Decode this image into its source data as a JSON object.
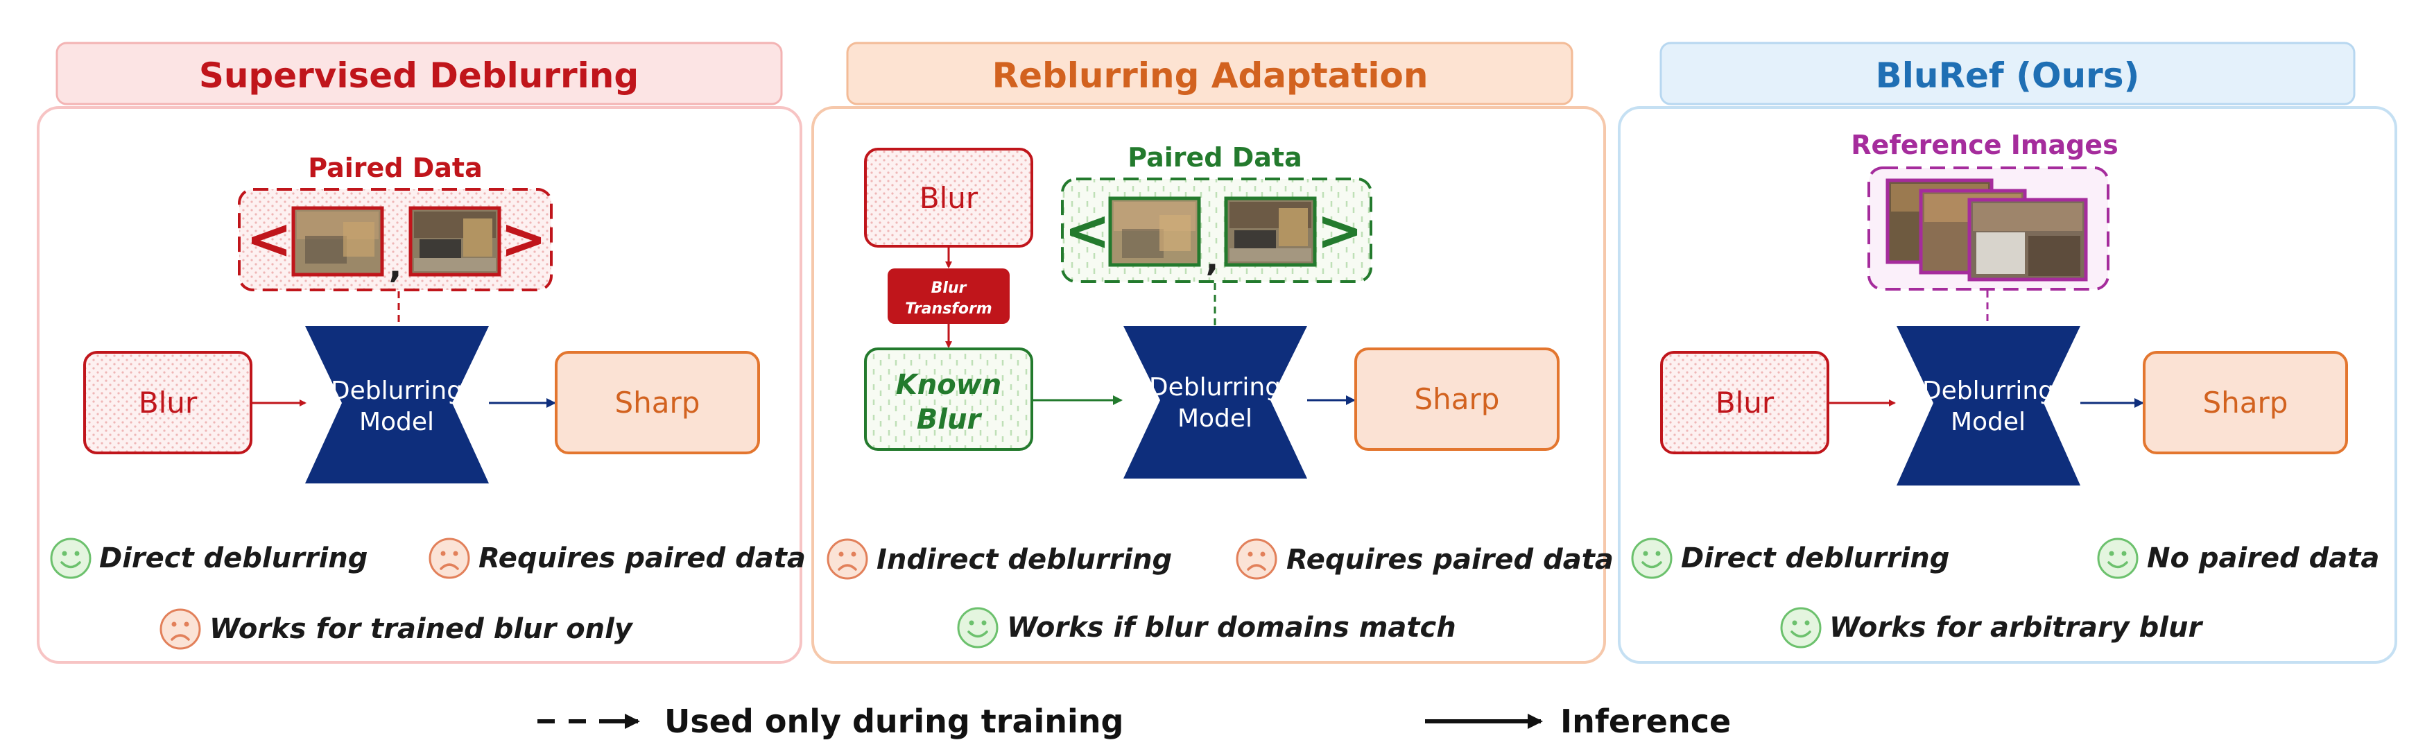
{
  "panels": [
    {
      "title": "Supervised Deblurring",
      "top_label": "Paired Data",
      "input_label": "Blur",
      "model_label_line1": "Deblurring",
      "model_label_line2": "Model",
      "output_label": "Sharp",
      "notes": [
        {
          "text": "Direct deblurring",
          "sentiment": "happy"
        },
        {
          "text": "Requires paired data",
          "sentiment": "sad"
        },
        {
          "text": "Works for trained blur only",
          "sentiment": "sad"
        }
      ]
    },
    {
      "title": "Reblurring Adaptation",
      "top_label": "Paired Data",
      "source_label": "Blur",
      "transform_line1": "Blur",
      "transform_line2": "Transform",
      "known_line1": "Known",
      "known_line2": "Blur",
      "model_label_line1": "Deblurring",
      "model_label_line2": "Model",
      "output_label": "Sharp",
      "notes": [
        {
          "text": "Indirect deblurring",
          "sentiment": "sad"
        },
        {
          "text": "Requires paired data",
          "sentiment": "sad"
        },
        {
          "text": "Works if blur domains match",
          "sentiment": "happy"
        }
      ]
    },
    {
      "title": "BluRef (Ours)",
      "top_label": "Reference Images",
      "input_label": "Blur",
      "model_label_line1": "Deblurring",
      "model_label_line2": "Model",
      "output_label": "Sharp",
      "notes": [
        {
          "text": "Direct deblurring",
          "sentiment": "happy"
        },
        {
          "text": "No paired data",
          "sentiment": "happy"
        },
        {
          "text": "Works for arbitrary blur",
          "sentiment": "happy"
        }
      ]
    }
  ],
  "legend": {
    "training_label": "Used only during training",
    "inference_label": "Inference"
  },
  "colors": {
    "red": "#c0151b",
    "red_light": "#f9dcdc",
    "orange": "#d2621f",
    "orange_light": "#fbe0d0",
    "blue": "#1f6fb4",
    "blue_light": "#e4f1fb",
    "navy": "#0e2e7c",
    "green": "#237a2d",
    "purple": "#a52c9c",
    "smile": "#6cc16d",
    "frown": "#e2805a"
  },
  "icons": [
    "left-chevron-icon",
    "right-chevron-icon",
    "happy-face-icon",
    "sad-face-icon"
  ]
}
